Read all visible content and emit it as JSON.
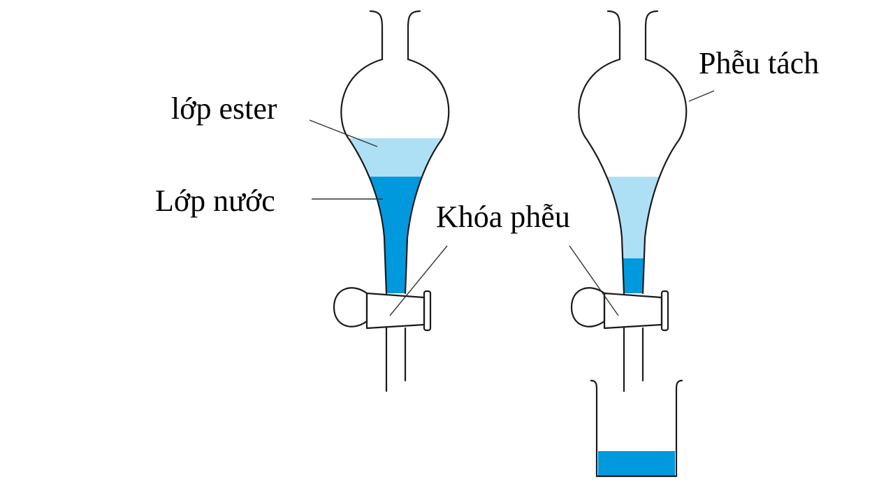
{
  "labels": {
    "ester_layer": "lớp ester",
    "water_layer": "Lớp nước",
    "stopcock": "Khóa phễu",
    "separatory_funnel": "Phễu tách"
  },
  "colors": {
    "ester_liquid": "#aee0f5",
    "water_liquid": "#0099dd",
    "outline": "#1a1a1a",
    "background": "#ffffff"
  }
}
